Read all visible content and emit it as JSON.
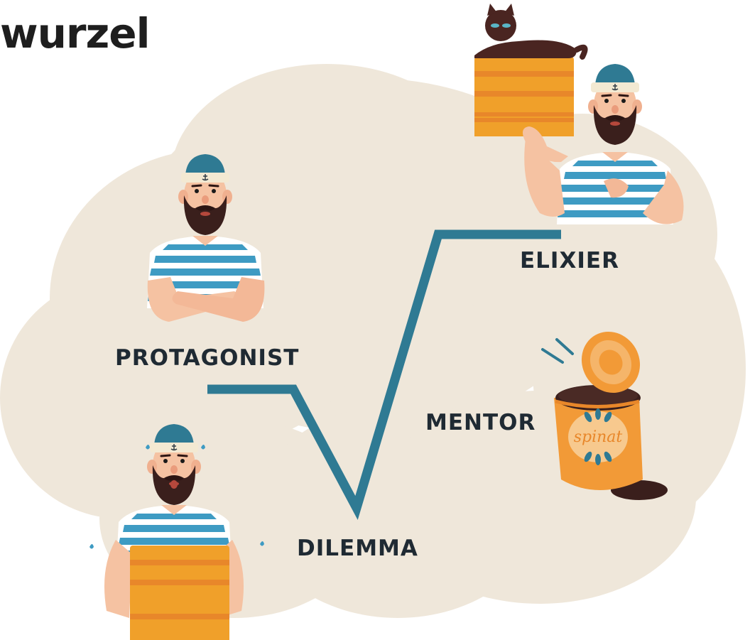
{
  "title": "wurzel",
  "stages": {
    "protagonist": "PROTAGONIST",
    "dilemma": "DILEMMA",
    "mentor": "MENTOR",
    "elixier": "ELIXIER"
  },
  "can_label": "spinat",
  "icons": {
    "cat": "cat-icon",
    "sailor": "sailor-icon",
    "crate": "crate-icon",
    "can": "spinach-can-icon"
  },
  "colors": {
    "cloud": "#efe7da",
    "path": "#2f7a93",
    "stripe": "#3e9bc3",
    "beard": "#3a1f1c",
    "crate": "#f0a02a",
    "can": "#f29a37",
    "text": "#1f2a33"
  }
}
